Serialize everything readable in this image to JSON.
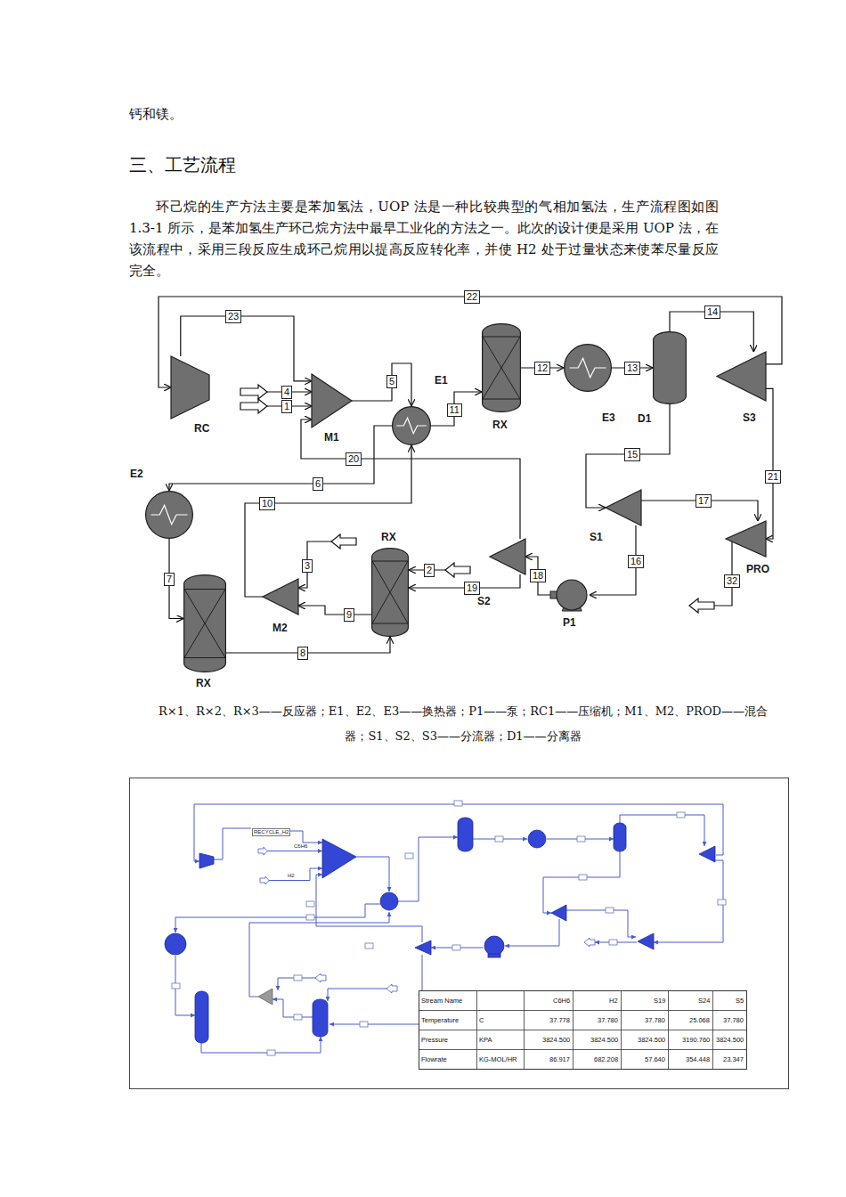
{
  "diagram": {
    "title": "三、工艺流程",
    "caption": "R×1、R×2、R×3——反应器；E1、E2、E3——换热器；P1——泵；RC1——压缩机；M1、M2、PROD——混合器；S1、S2、S3——分流器；D1——分离器",
    "nodes": [
      {
        "text": [
          "RC"
        ]
      },
      {
        "text": [
          "M1"
        ]
      },
      {
        "text": [
          "E1"
        ]
      },
      {
        "text": [
          "RX"
        ]
      },
      {
        "text": [
          "E3"
        ]
      },
      {
        "text": [
          "D1"
        ]
      },
      {
        "text": [
          "S3"
        ]
      },
      {
        "text": [
          "S1"
        ]
      },
      {
        "text": [
          "PRO"
        ]
      },
      {
        "text": [
          "P1"
        ]
      },
      {
        "text": [
          "S2"
        ]
      },
      {
        "text": [
          "E2"
        ]
      },
      {
        "text": [
          "RX"
        ]
      },
      {
        "text": [
          "M2"
        ]
      },
      {
        "text": [
          "RX"
        ]
      }
    ],
    "edges": [
      {
        "from": 6,
        "to": 0,
        "arrow": "to",
        "label": "22"
      },
      {
        "from": 0,
        "to": 1,
        "arrow": "to",
        "label": "23"
      },
      {
        "from": 1,
        "to": 2,
        "arrow": "to",
        "label": "5"
      },
      {
        "from": 2,
        "to": 3,
        "arrow": "to",
        "label": "11"
      },
      {
        "from": 3,
        "to": 4,
        "arrow": "to",
        "label": "12"
      },
      {
        "from": 4,
        "to": 5,
        "arrow": "to",
        "label": "13"
      },
      {
        "from": 5,
        "to": 6,
        "arrow": "to",
        "label": "14"
      },
      {
        "from": 5,
        "to": 7,
        "arrow": "to",
        "label": "15"
      },
      {
        "from": 7,
        "to": 8,
        "arrow": "to",
        "label": "17"
      },
      {
        "from": 6,
        "to": 8,
        "arrow": "to",
        "label": "21"
      },
      {
        "from": 7,
        "to": 9,
        "arrow": "to",
        "label": "16"
      },
      {
        "from": 9,
        "to": 10,
        "arrow": "to",
        "label": "18"
      },
      {
        "from": 10,
        "to": 1,
        "arrow": "to",
        "label": "20"
      },
      {
        "from": 2,
        "to": 11,
        "arrow": "to",
        "label": "6"
      },
      {
        "from": 11,
        "to": 12,
        "arrow": "to",
        "label": "7"
      },
      {
        "from": 12,
        "to": 14,
        "arrow": "to",
        "label": "8"
      },
      {
        "from": 14,
        "to": 13,
        "arrow": "to",
        "label": "9"
      },
      {
        "from": 13,
        "to": 2,
        "arrow": "to",
        "label": "10"
      },
      {
        "from": 10,
        "to": 14,
        "arrow": "to",
        "label": "19"
      }
    ],
    "labels": [
      "钙和镁。",
      "环己烷的生产方法主要是苯加氢法，UOP 法是一种比较典型的气相加氢法，生产流程图如图 1.3-1 所示，是苯加氢生产环己烷方法中最早工业化的方法之一。此次的设计便是采用 UOP 法，在该流程中，采用三段反应生成环己烷用以提高反应转化率，并使 H2 处于过量状态来使苯尽量反应完全。",
      "4",
      "1",
      "3",
      "2",
      "32",
      "RECYCLE_H2",
      "C6H6",
      "H2",
      "Stream Name",
      "C6H6",
      "H2",
      "S19",
      "S24",
      "S5",
      "Temperature",
      "C",
      "37.778",
      "37.780",
      "37.780",
      "25.068",
      "37.780",
      "Pressure",
      "KPA",
      "3824.500",
      "3824.500",
      "3824.500",
      "3190.760",
      "3824.500",
      "Flowrate",
      "KG-MOL/HR",
      "86.917",
      "682.208",
      "57.640",
      "354.448",
      "23.347"
    ]
  }
}
